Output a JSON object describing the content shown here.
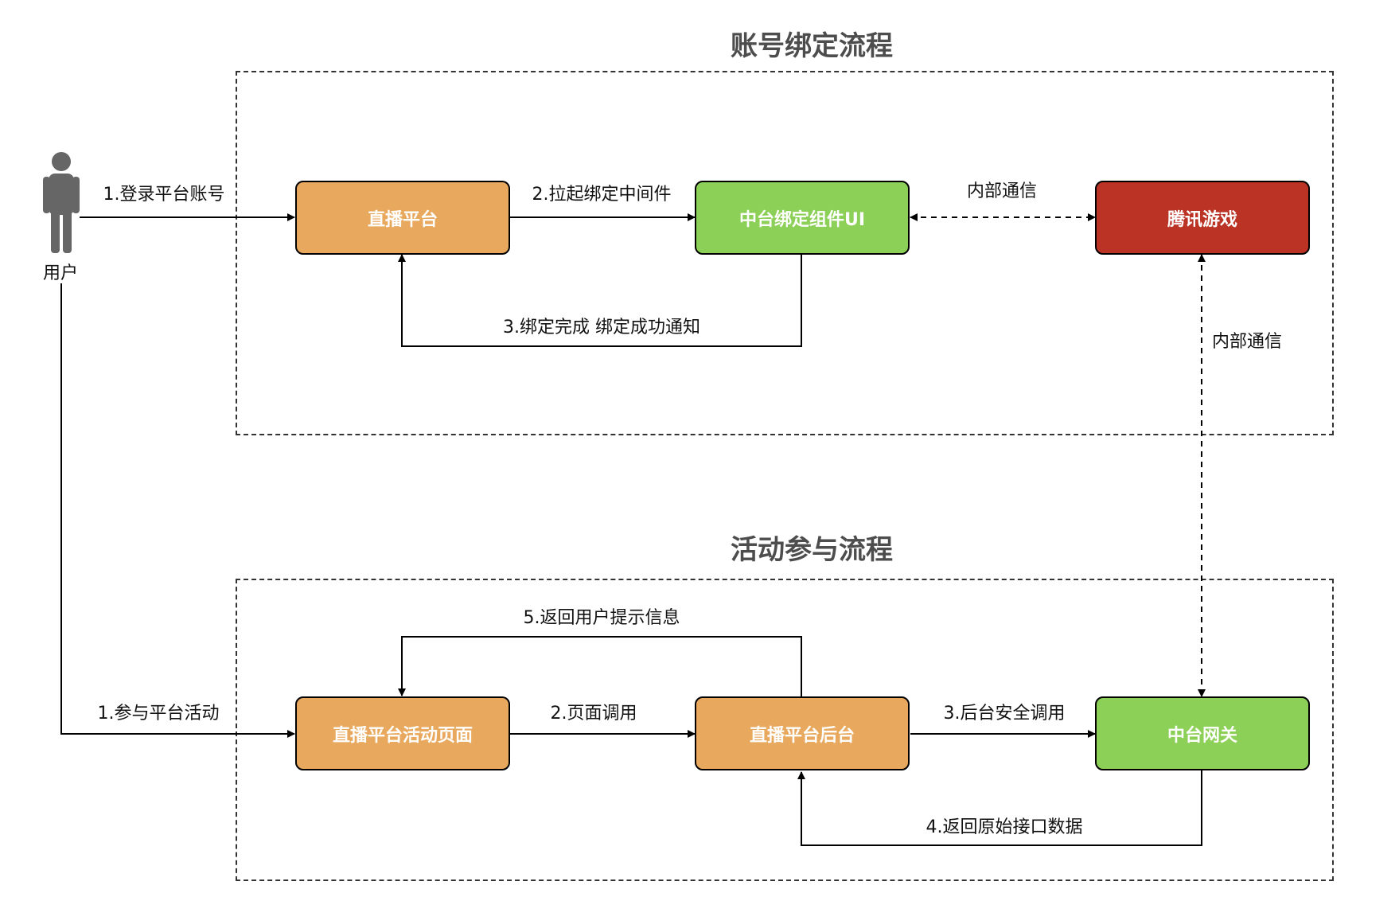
{
  "titles": {
    "binding": "账号绑定流程",
    "activity": "活动参与流程"
  },
  "actor": {
    "label": "用户"
  },
  "colors": {
    "orange": "#E8A95E",
    "green": "#8CD058",
    "red": "#BA3325"
  },
  "binding": {
    "nodes": {
      "live": "直播平台",
      "ui": "中台绑定组件UI",
      "tencent": "腾讯游戏"
    },
    "edges": {
      "login": "1.登录平台账号",
      "launch": "2.拉起绑定中间件",
      "notify": "3.绑定完成 绑定成功通知",
      "internal_h": "内部通信",
      "internal_v": "内部通信"
    }
  },
  "activity": {
    "nodes": {
      "page": "直播平台活动页面",
      "backend": "直播平台后台",
      "gateway": "中台网关"
    },
    "edges": {
      "join": "1.参与平台活动",
      "page_call": "2.页面调用",
      "secure_call": "3.后台安全调用",
      "raw_return": "4.返回原始接口数据",
      "tips_return": "5.返回用户提示信息"
    }
  }
}
